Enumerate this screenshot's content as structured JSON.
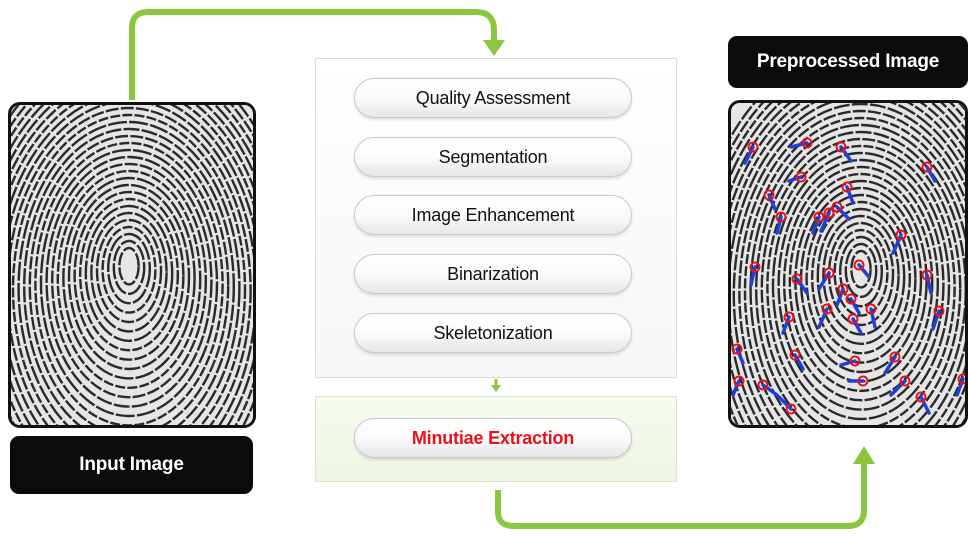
{
  "labels": {
    "input": "Input Image",
    "output": "Preprocessed Image"
  },
  "steps": [
    "Quality Assessment",
    "Segmentation",
    "Image Enhancement",
    "Binarization",
    "Skeletonization"
  ],
  "final_step": "Minutiae Extraction",
  "colors": {
    "arrow": "#8cc63f",
    "final_step_text": "#e8121a",
    "minutia_circle": "#e8121a",
    "minutia_direction": "#1f3fd6",
    "label_background": "#0b0b0b"
  },
  "icons": [
    "fingerprint-image",
    "minutiae-marker"
  ]
}
